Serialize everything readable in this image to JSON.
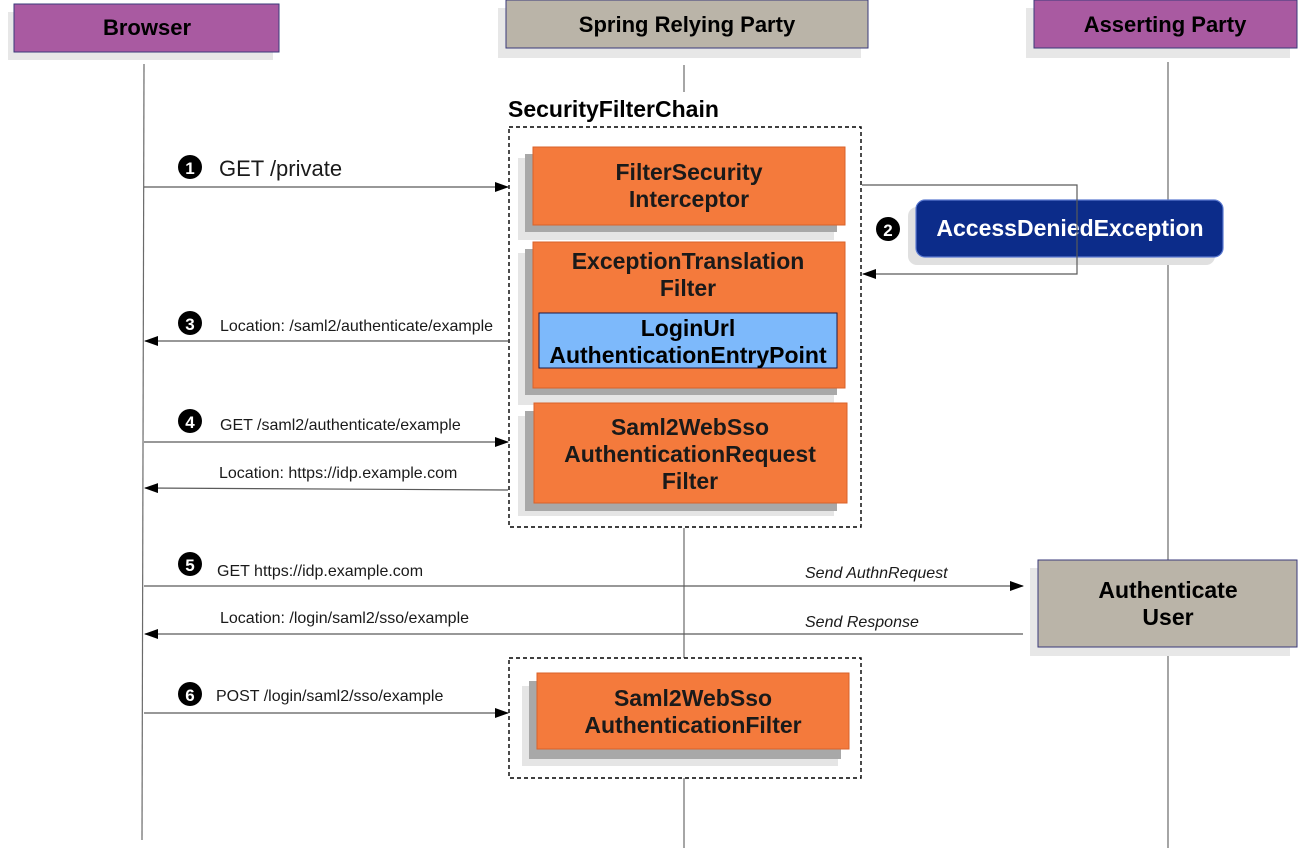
{
  "participants": {
    "browser": "Browser",
    "relying_party": "Spring Relying Party",
    "asserting_party": "Asserting Party"
  },
  "filter_chain": {
    "title": "SecurityFilterChain",
    "filter_security_interceptor": [
      "FilterSecurity",
      "Interceptor"
    ],
    "exception_translation_filter": [
      "ExceptionTranslation",
      "Filter"
    ],
    "entry_point": [
      "LoginUrl",
      "AuthenticationEntryPoint"
    ],
    "authentication_request_filter": [
      "Saml2WebSso",
      "AuthenticationRequest",
      "Filter"
    ]
  },
  "authentication_filter": [
    "Saml2WebSso",
    "AuthenticationFilter"
  ],
  "exception": "AccessDeniedException",
  "authenticate_user": [
    "Authenticate",
    "User"
  ],
  "steps": {
    "s1": {
      "number": "1",
      "label": "GET /private"
    },
    "s2": {
      "number": "2"
    },
    "s3": {
      "number": "3",
      "label": "Location: /saml2/authenticate/example"
    },
    "s4": {
      "number": "4",
      "label": "GET /saml2/authenticate/example",
      "response": "Location: https://idp.example.com"
    },
    "s5": {
      "number": "5",
      "label": "GET https://idp.example.com",
      "send_request": "Send AuthnRequest",
      "response": "Location: /login/saml2/sso/example",
      "send_response": "Send Response"
    },
    "s6": {
      "number": "6",
      "label": "POST /login/saml2/sso/example"
    }
  },
  "colors": {
    "participant_purple": "#a95aa1",
    "participant_gray": "#bab4a8",
    "filter_orange": "#f47a3c",
    "entry_point_blue": "#7db9fb",
    "exception_navy": "#0c2c8a",
    "shadow": "#a8a8a8",
    "line": "#5a5a5a"
  }
}
